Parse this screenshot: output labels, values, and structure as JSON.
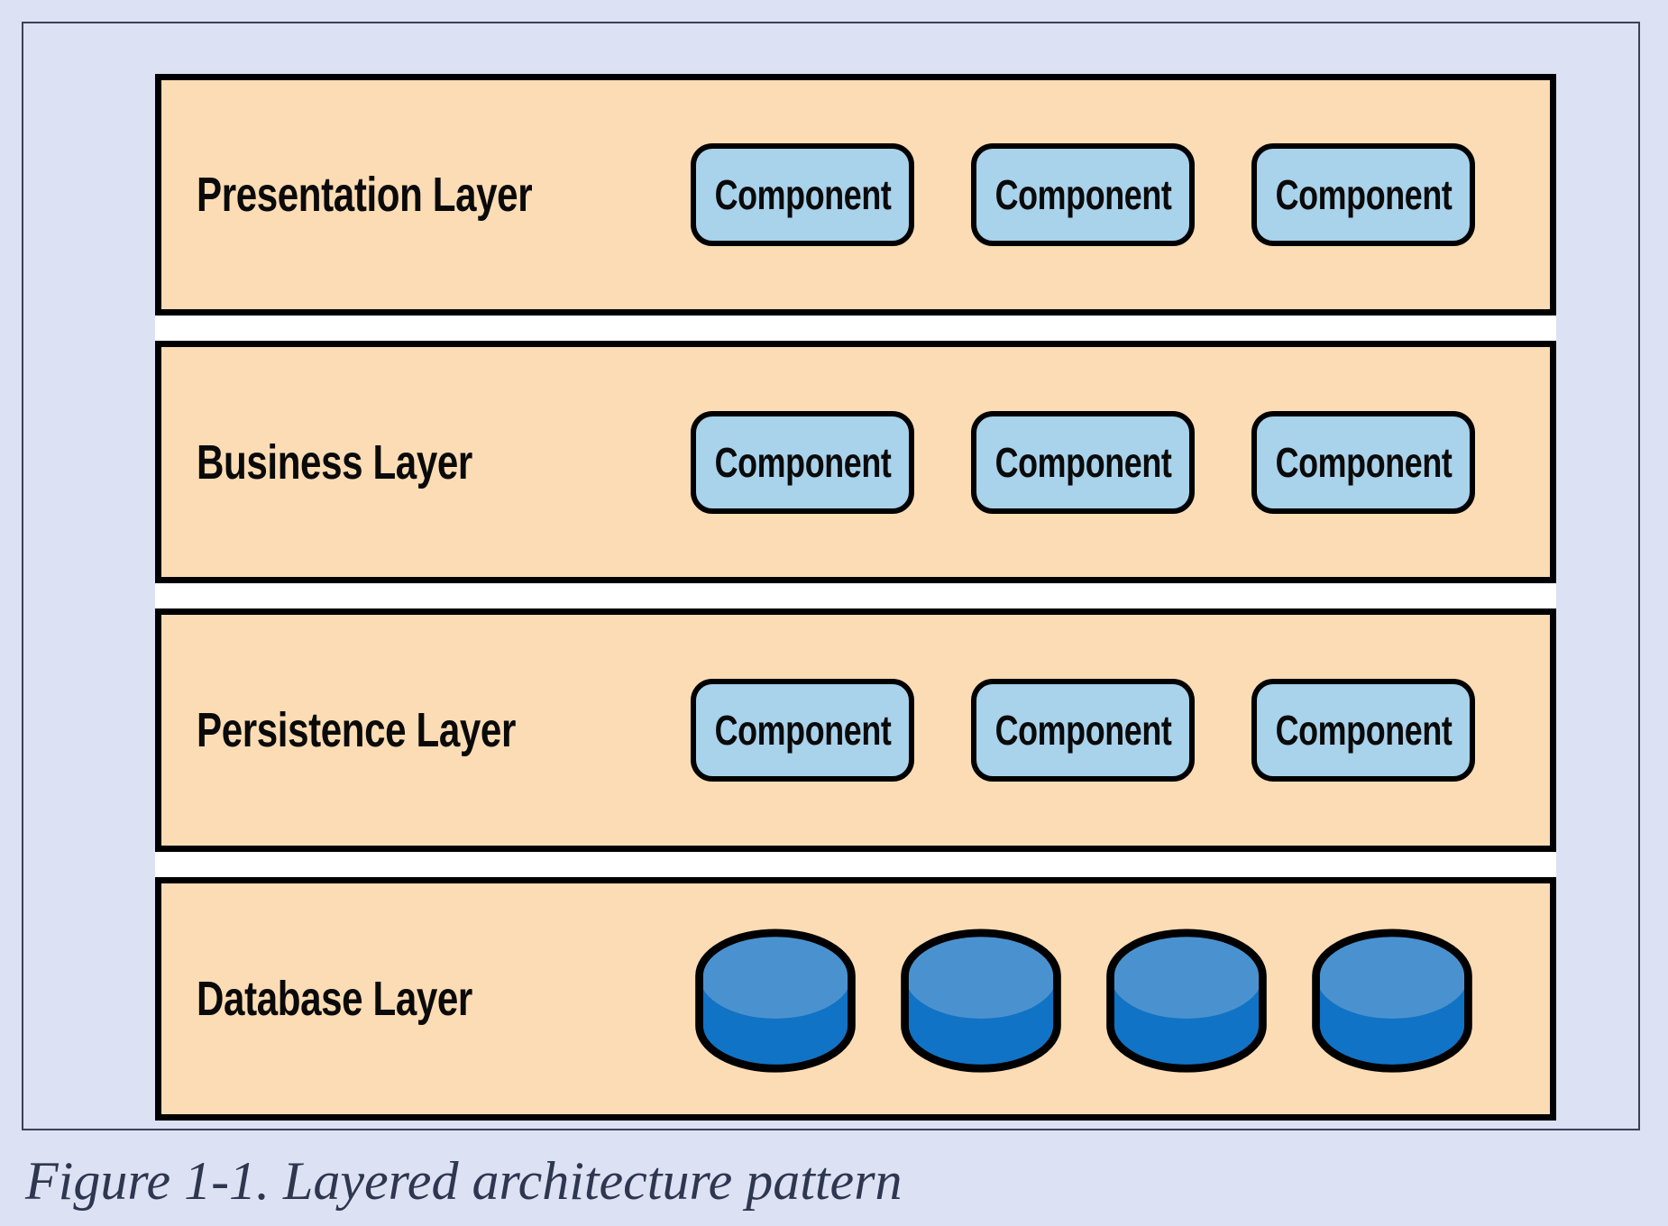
{
  "figure": {
    "caption": "Figure 1-1. Layered architecture pattern"
  },
  "layers": [
    {
      "label": "Presentation Layer",
      "components": [
        "Component",
        "Component",
        "Component"
      ]
    },
    {
      "label": "Business Layer",
      "components": [
        "Component",
        "Component",
        "Component"
      ]
    },
    {
      "label": "Persistence Layer",
      "components": [
        "Component",
        "Component",
        "Component"
      ]
    },
    {
      "label": "Database Layer",
      "cylinder_count": 4
    }
  ],
  "colors": {
    "bg": "#dce2f3",
    "panel_border": "#3b4156",
    "layer_fill": "#fcdcb4",
    "layer_border": "#000000",
    "component_fill": "#a9d2eb",
    "cylinder_top": "#4a92cf",
    "cylinder_body": "#1173c5",
    "gap_fill": "#ffffff",
    "caption_color": "#2e3650"
  }
}
